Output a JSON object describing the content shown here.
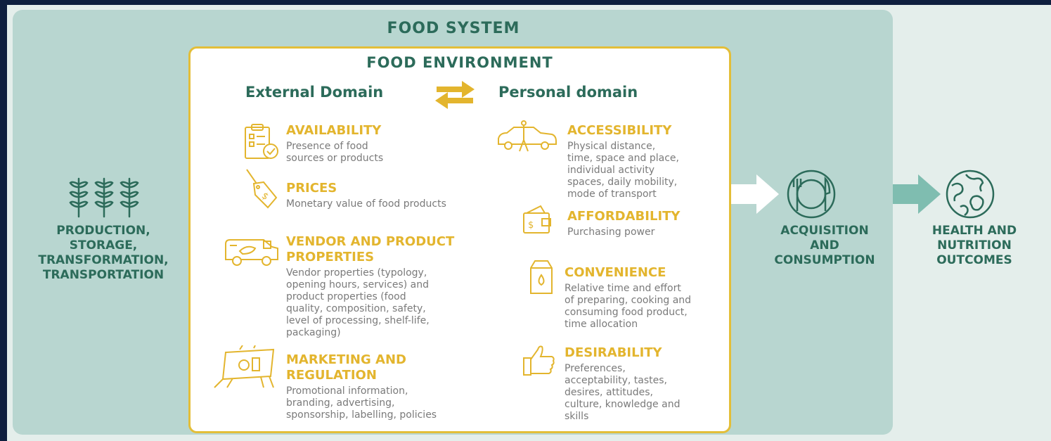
{
  "food_system": {
    "title": "FOOD SYSTEM"
  },
  "food_environment": {
    "title": "FOOD ENVIRONMENT",
    "external_domain": "External Domain",
    "personal_domain": "Personal domain"
  },
  "external_items": [
    {
      "title": "AVAILABILITY",
      "description": "Presence of food\nsources or products",
      "icon": "clipboard-check-icon"
    },
    {
      "title": "PRICES",
      "description": "Monetary value of food products",
      "icon": "price-tag-icon"
    },
    {
      "title": "VENDOR AND PRODUCT\nPROPERTIES",
      "description": "Vendor properties (typology,\nopening hours, services) and\nproduct properties (food\nquality, composition, safety,\nlevel of processing, shelf-life,\npackaging)",
      "icon": "vendor-truck-icon"
    },
    {
      "title": "MARKETING AND\nREGULATION",
      "description": "Promotional information,\nbranding, advertising,\nsponsorship, labelling, policies",
      "icon": "billboard-icon"
    }
  ],
  "personal_items": [
    {
      "title": "ACCESSIBILITY",
      "description": "Physical distance,\ntime, space and place,\nindividual activity\nspaces, daily mobility,\nmode of transport",
      "icon": "car-pedestrian-icon"
    },
    {
      "title": "AFFORDABILITY",
      "description": "Purchasing power",
      "icon": "wallet-dollar-icon"
    },
    {
      "title": "CONVENIENCE",
      "description": "Relative time and effort\nof preparing, cooking and\nconsuming food product,\ntime allocation",
      "icon": "milk-carton-icon"
    },
    {
      "title": "DESIRABILITY",
      "description": "Preferences,\nacceptability, tastes,\ndesires, attitudes,\nculture, knowledge and\nskills",
      "icon": "thumbs-up-icon"
    }
  ],
  "production": {
    "label": "PRODUCTION,\nSTORAGE,\nTRANSFORMATION,\nTRANSPORTATION",
    "icon": "wheat-icon"
  },
  "acquisition": {
    "label": "ACQUISITION\nAND\nCONSUMPTION",
    "icon": "plate-cutlery-icon"
  },
  "health": {
    "label": "HEALTH AND\nNUTRITION\nOUTCOMES",
    "icon": "globe-icon"
  },
  "colors": {
    "teal_dark": "#2c6b5a",
    "teal_panel": "#b8d6d0",
    "gold": "#e3be38",
    "arrow": "#7fbdb0"
  }
}
